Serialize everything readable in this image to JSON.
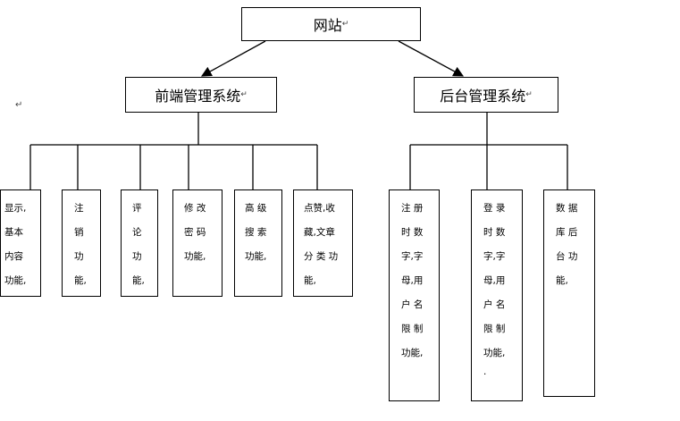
{
  "root": {
    "label": "网站",
    "mark": "↵"
  },
  "branches": [
    {
      "id": "frontend",
      "label": "前端管理系统",
      "mark": "↵",
      "leaves": [
        {
          "id": "display",
          "lines": [
            "显示,",
            "基本",
            "内容",
            "功能,"
          ]
        },
        {
          "id": "logout",
          "lines": [
            "注",
            "销",
            "功",
            "能,"
          ]
        },
        {
          "id": "comment",
          "lines": [
            "评",
            "论",
            "功",
            "能,"
          ]
        },
        {
          "id": "password",
          "lines": [
            "修 改",
            "密 码",
            "功能,"
          ]
        },
        {
          "id": "search",
          "lines": [
            "高 级",
            "搜 索",
            "功能,"
          ]
        },
        {
          "id": "like",
          "lines": [
            "点赞,收",
            "藏,文章",
            "分 类 功",
            "能,"
          ]
        }
      ]
    },
    {
      "id": "backend",
      "label": "后台管理系统",
      "mark": "↵",
      "leaves": [
        {
          "id": "register-limit",
          "lines": [
            "注 册",
            "时 数",
            "字,字",
            "母,用",
            "户 名",
            "限 制",
            "功能,"
          ]
        },
        {
          "id": "login-limit",
          "lines": [
            "登 录",
            "时 数",
            "字,字",
            "母,用",
            "户 名",
            "限 制",
            "功能,",
            "."
          ]
        },
        {
          "id": "database",
          "lines": [
            "数 据",
            "库 后",
            "台 功",
            "能,"
          ]
        }
      ]
    }
  ],
  "stray_mark": "↵",
  "colors": {
    "stroke": "#000000",
    "background": "#ffffff"
  }
}
